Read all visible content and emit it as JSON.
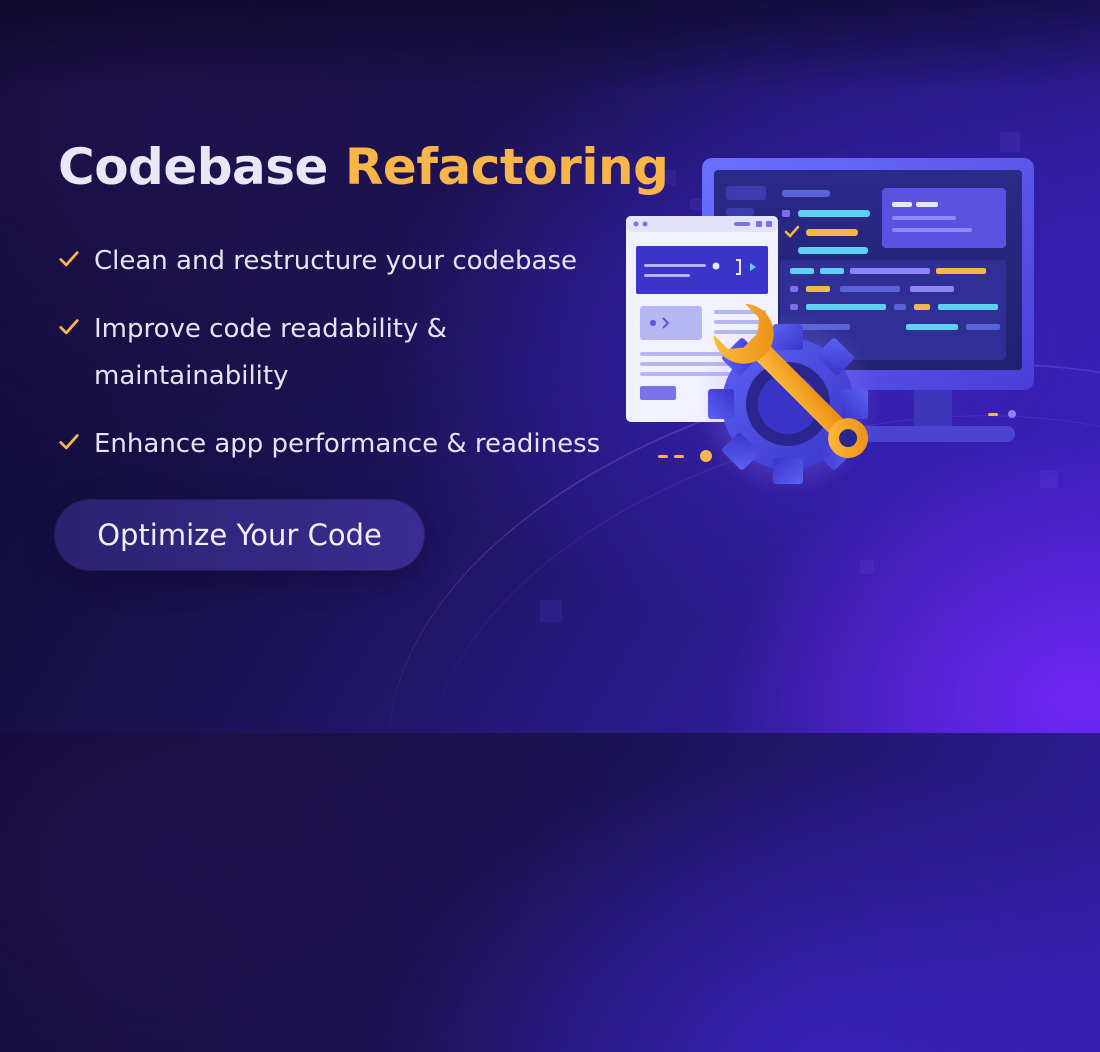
{
  "hero": {
    "title_part1": "Codebase",
    "title_part2": "Refactoring",
    "bullets": [
      {
        "text": "Clean and restructure your codebase"
      },
      {
        "text": "Improve code readability & maintainability"
      },
      {
        "text": "Enhance app performance & readiness"
      }
    ],
    "cta_label": "Optimize Your Code"
  },
  "illustration": {
    "icons": [
      "monitor-icon",
      "code-window-icon",
      "gear-icon",
      "wrench-icon",
      "check-icon"
    ]
  },
  "colors": {
    "title_primary": "#e9e7f5",
    "title_accent": "#f7b54a",
    "check": "#f7b54a",
    "button_bg": "#2b2270",
    "monitor_frame": "#5a5ff0",
    "gear": "#4a4fe0",
    "wrench": "#f4a020"
  }
}
